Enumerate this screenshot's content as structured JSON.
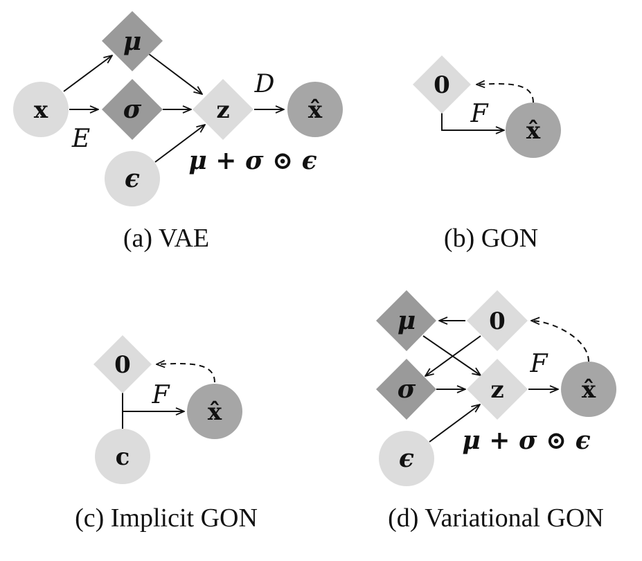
{
  "colors": {
    "light": "#dcdcdc",
    "mid": "#a6a6a6",
    "dark": "#9a9a9a",
    "ink": "#111111"
  },
  "panels": {
    "a": {
      "caption": "(a) VAE",
      "nodes": {
        "x": "x",
        "mu": "μ",
        "sigma": "σ",
        "z": "z",
        "eps": "ϵ",
        "xhat": "x̂"
      },
      "edge_labels": {
        "E": "E",
        "D": "D",
        "reparam": "μ + σ ⊙ ϵ"
      }
    },
    "b": {
      "caption": "(b) GON",
      "nodes": {
        "zero": "0",
        "xhat": "x̂"
      },
      "edge_labels": {
        "F": "F"
      }
    },
    "c": {
      "caption": "(c) Implicit GON",
      "nodes": {
        "zero": "0",
        "c": "c",
        "xhat": "x̂"
      },
      "edge_labels": {
        "F": "F"
      }
    },
    "d": {
      "caption": "(d) Variational GON",
      "nodes": {
        "mu": "μ",
        "zero": "0",
        "sigma": "σ",
        "z": "z",
        "eps": "ϵ",
        "xhat": "x̂"
      },
      "edge_labels": {
        "F": "F",
        "reparam": "μ + σ ⊙ ϵ"
      }
    }
  }
}
